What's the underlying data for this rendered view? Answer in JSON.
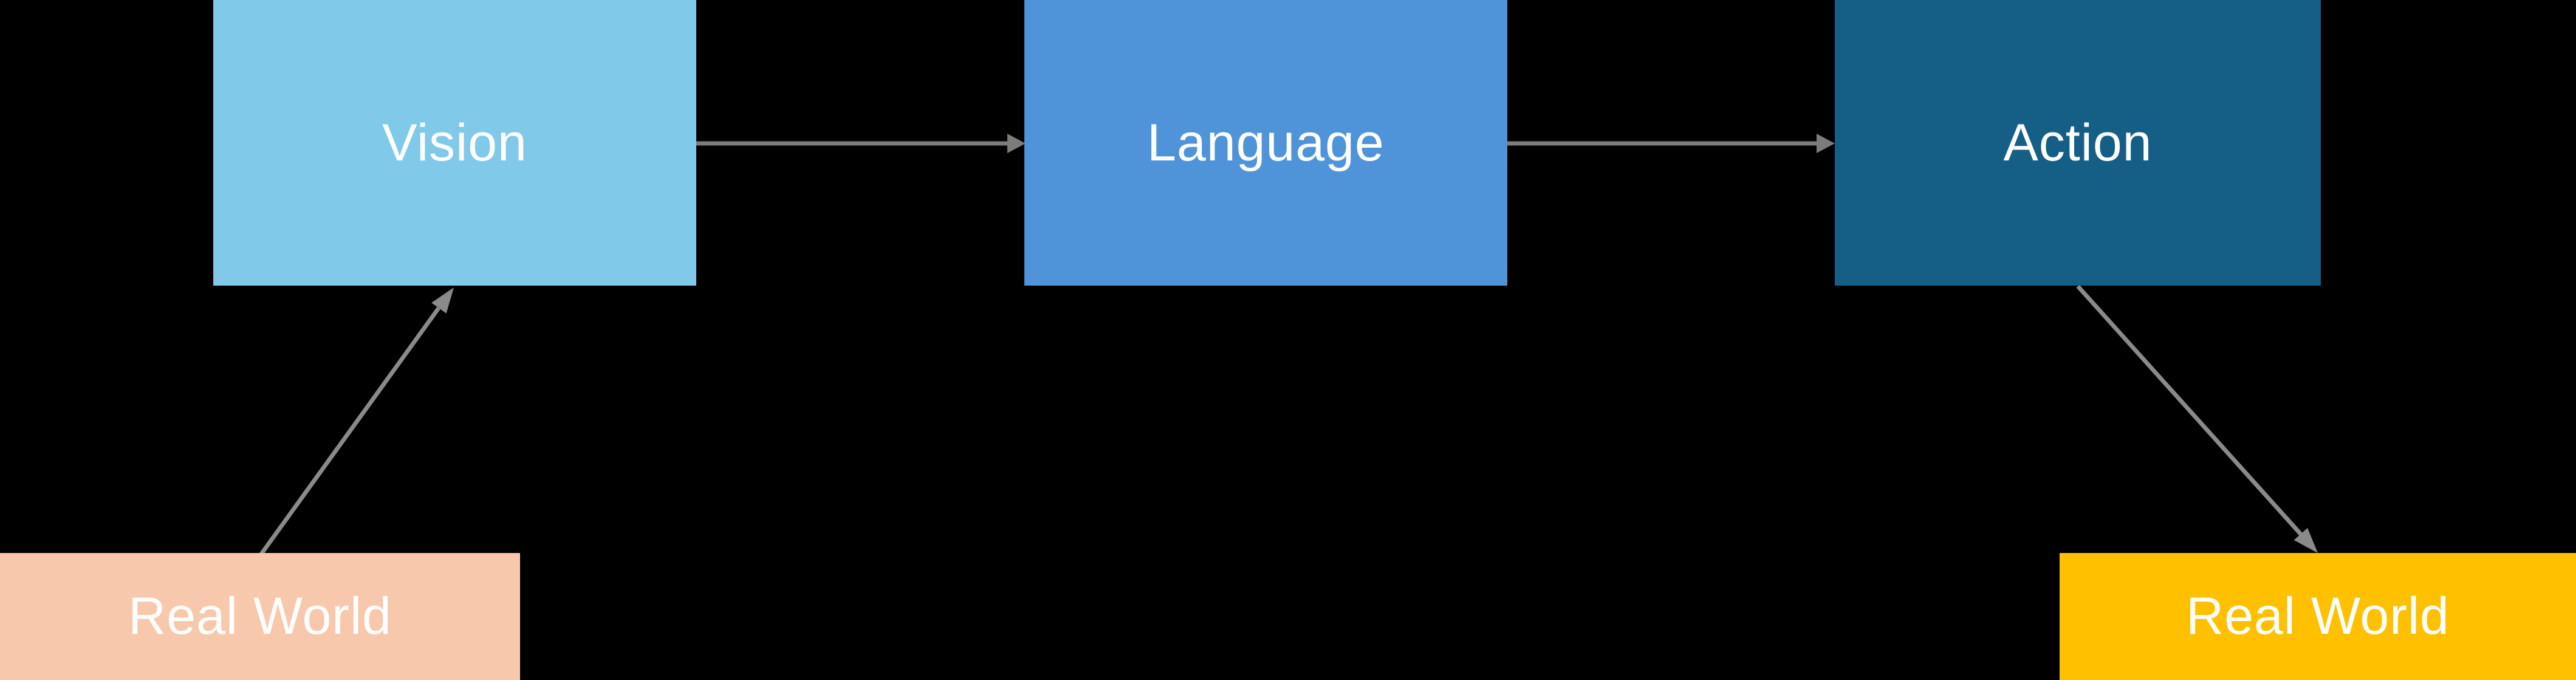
{
  "diagram": {
    "background_color": "#000000",
    "text_color": "#FFFFFF",
    "nodes": {
      "vision": {
        "label": "Vision",
        "color": "#81C9E8"
      },
      "language": {
        "label": "Language",
        "color": "#4F94D9"
      },
      "action": {
        "label": "Action",
        "color": "#155F87"
      },
      "real_world_left": {
        "label": "Real World",
        "color": "#F7C8AB"
      },
      "real_world_right": {
        "label": "Real World",
        "color": "#FFC000"
      }
    },
    "arrows": {
      "color": "#7C7C7C",
      "diagonal_color": "#8A8A8A",
      "connections": [
        {
          "from": "real_world_left",
          "to": "vision"
        },
        {
          "from": "vision",
          "to": "language"
        },
        {
          "from": "language",
          "to": "action"
        },
        {
          "from": "action",
          "to": "real_world_right"
        }
      ]
    }
  }
}
